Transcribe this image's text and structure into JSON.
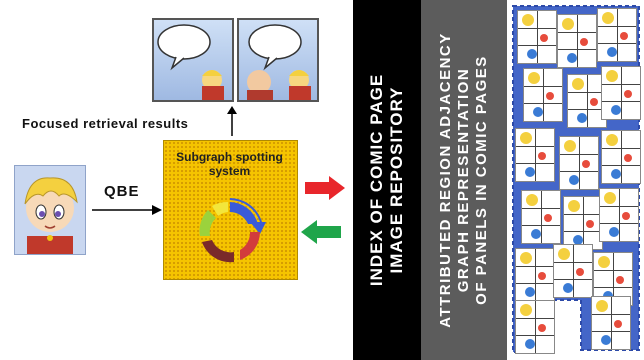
{
  "query": {
    "label": "QBE"
  },
  "system": {
    "title": "Subgraph spotting system"
  },
  "results": {
    "label": "Focused retrieval results"
  },
  "index_bar": {
    "text": "INDEX OF COMIC PAGE\nIMAGE REPOSITORY"
  },
  "graph_bar": {
    "text": "ATTRIBUTED REGION ADJACENCY\nGRAPH REPRESENTATION\nOF PANELS IN COMIC PAGES"
  },
  "colors": {
    "system_box": "#f5c400",
    "arrow_right": "#e8262b",
    "arrow_left": "#1fa54a",
    "index_bar": "#000000",
    "graph_bar": "#5c5c5c",
    "repo_background": "#4466c8",
    "cycle": [
      "#3a5bd9",
      "#d23c3c",
      "#9bd23c",
      "#f3e63b",
      "#7a2a2a"
    ]
  },
  "icons": {
    "query_image": "comic-character-face",
    "results": "comic-panel-with-speech-balloon",
    "repository": "comic-page-thumbnails"
  }
}
